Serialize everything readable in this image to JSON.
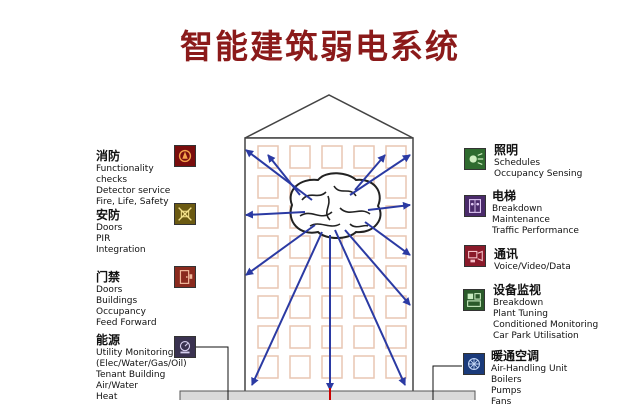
{
  "title": "智能建筑弱电系统",
  "colors": {
    "title": "#8b1a1a",
    "arrow": "#2b3aa3",
    "building": "#444444",
    "window": "#e8c6b2",
    "base": "#d9d9d9",
    "center_line": "#cc0000"
  },
  "left_systems": [
    {
      "name": "消防",
      "items": [
        "Functionality",
        "checks",
        "Detector service",
        "Fire, Life, Safety"
      ],
      "icon": "fire-alarm-icon",
      "color": "#7a0d0d"
    },
    {
      "name": "安防",
      "items": [
        "Doors",
        "PIR",
        "Integration"
      ],
      "icon": "security-camera-icon",
      "color": "#6b5a12"
    },
    {
      "name": "门禁",
      "items": [
        "Doors",
        "Buildings",
        "Occupancy",
        "Feed Forward"
      ],
      "icon": "access-door-icon",
      "color": "#8a2a1e"
    },
    {
      "name": "能源",
      "items": [
        "Utility Monitoring",
        "(Elec/Water/Gas/Oil)",
        "Tenant Building",
        "Air/Water",
        "Heat"
      ],
      "icon": "energy-meter-icon",
      "color": "#3a3250"
    }
  ],
  "right_systems": [
    {
      "name": "照明",
      "items": [
        "Schedules",
        "Occupancy Sensing"
      ],
      "icon": "lighting-icon",
      "color": "#2f6b2f"
    },
    {
      "name": "电梯",
      "items": [
        "Breakdown",
        "Maintenance",
        "Traffic Performance"
      ],
      "icon": "elevator-icon",
      "color": "#4a2a6a"
    },
    {
      "name": "通讯",
      "items": [
        "Voice/Video/Data"
      ],
      "icon": "communication-icon",
      "color": "#8a1a2a"
    },
    {
      "name": "设备监视",
      "items": [
        "Breakdown",
        "Plant Tuning",
        "Conditioned Monitoring",
        "Car Park Utilisation"
      ],
      "icon": "equipment-monitor-icon",
      "color": "#2a5a2a"
    },
    {
      "name": "暖通空调",
      "items": [
        "Air-Handling Unit",
        "Boilers",
        "Pumps",
        "Fans"
      ],
      "icon": "hvac-icon",
      "color": "#1a3a7a"
    }
  ]
}
